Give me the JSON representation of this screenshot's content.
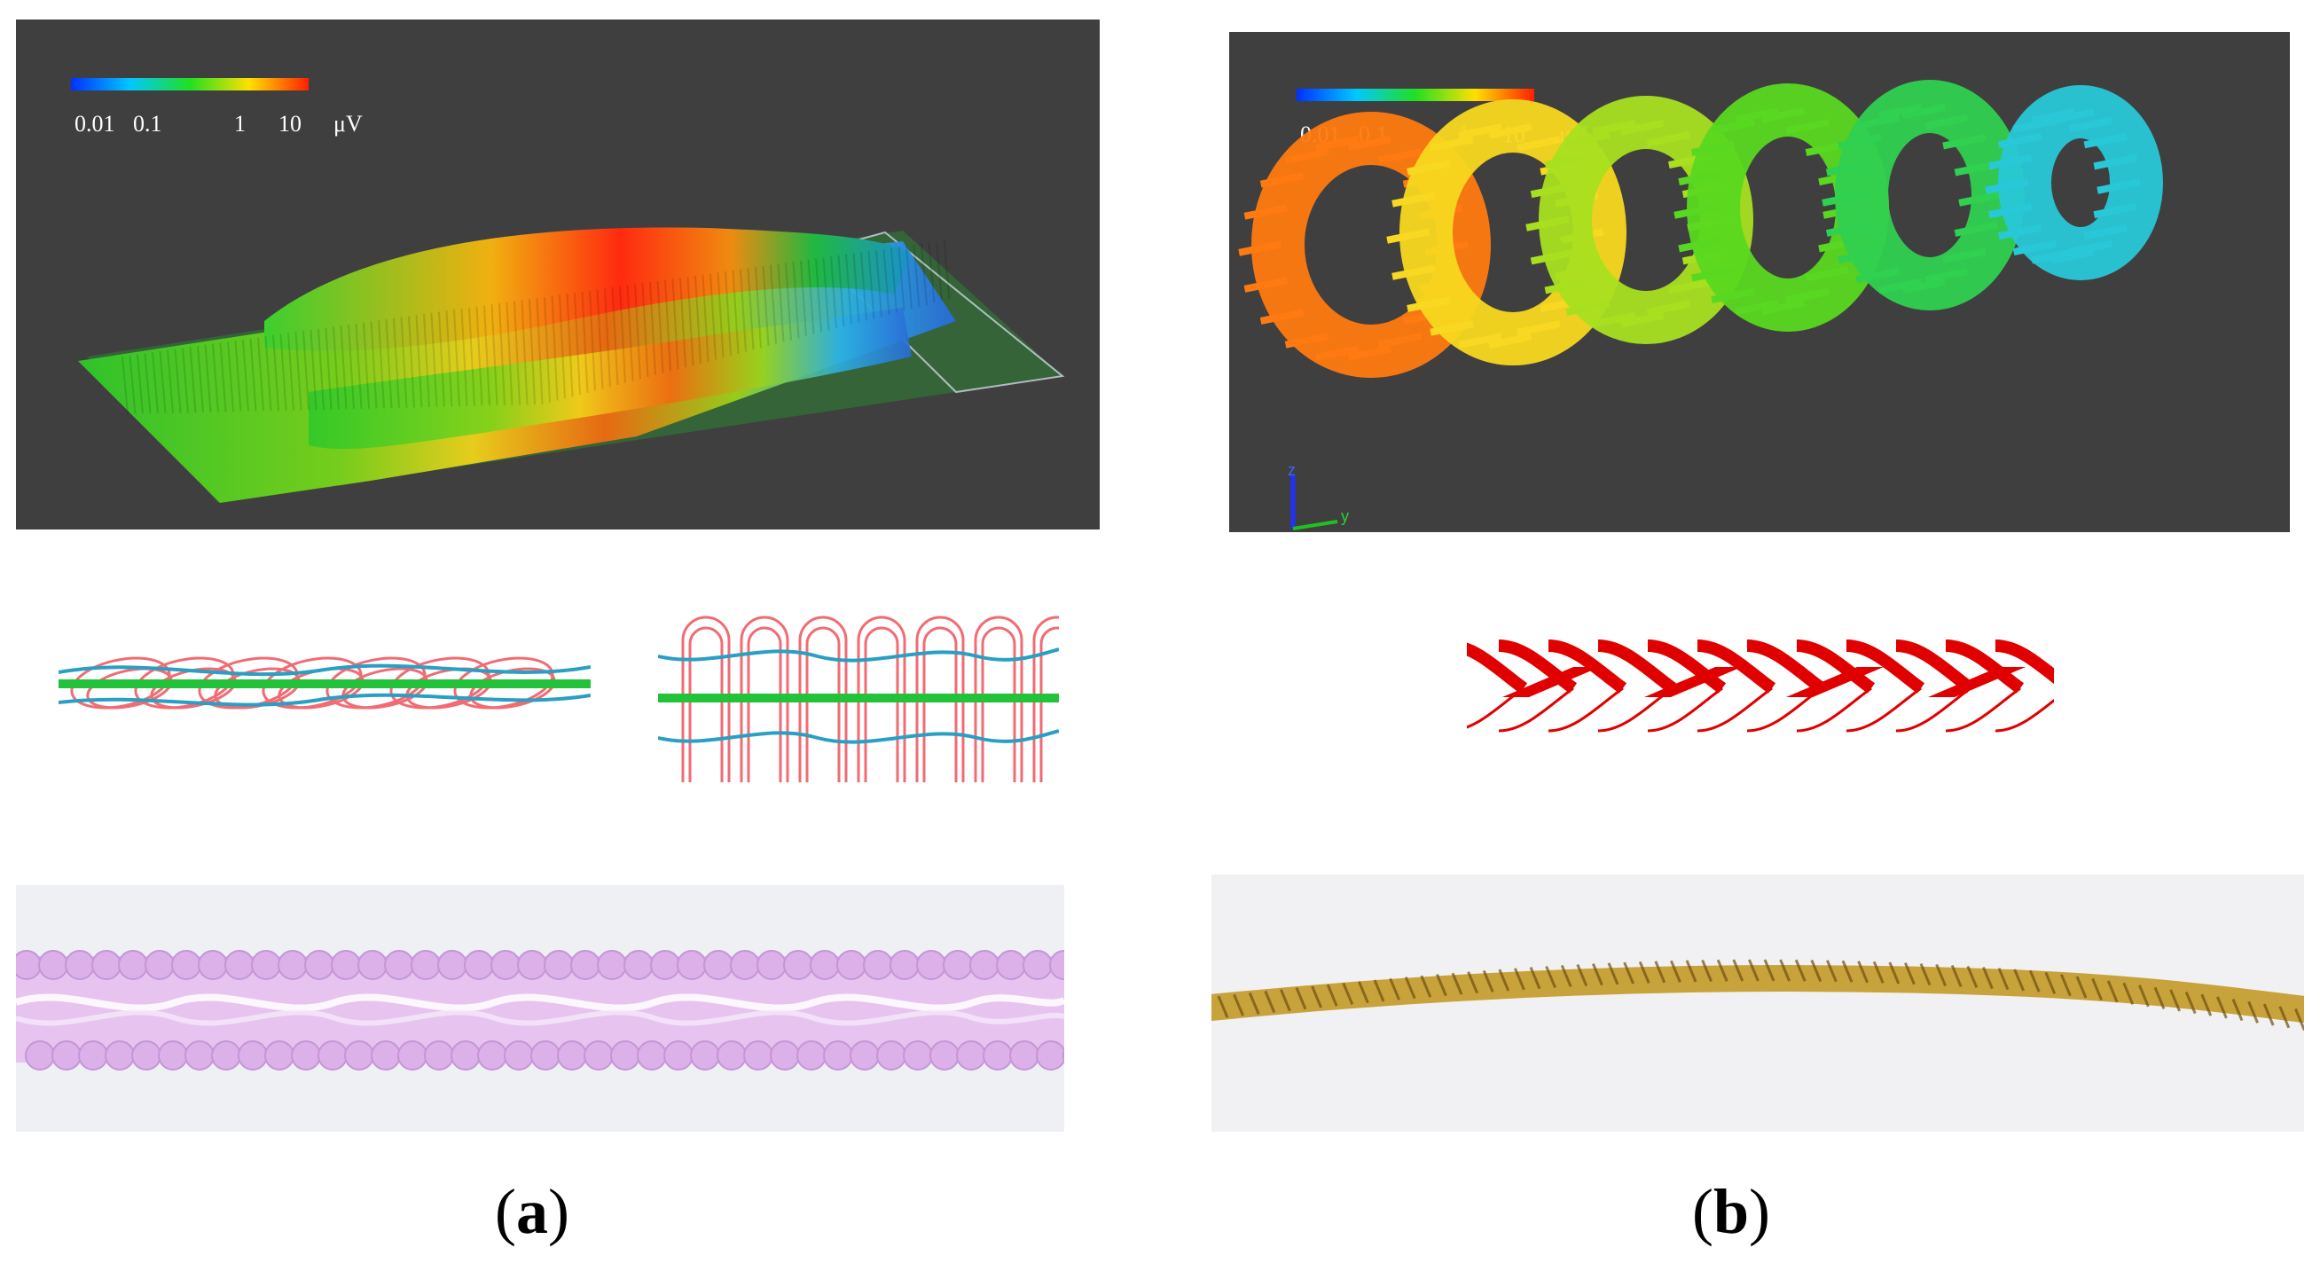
{
  "figure": {
    "panels": [
      {
        "id": "a",
        "caption_open": "(",
        "caption_letter": "a",
        "caption_close": ")",
        "simulation": {
          "colorbar_ticks": [
            "0.01",
            "0.1",
            "1",
            "10"
          ],
          "colorbar_unit": "μV"
        },
        "photo_color": "#e6c4ef"
      },
      {
        "id": "b",
        "caption_open": "(",
        "caption_letter": "b",
        "caption_close": ")",
        "simulation": {
          "colorbar_ticks": [
            "0.01",
            "0.1",
            "1",
            "10"
          ],
          "colorbar_unit": "μV",
          "axis_labels": [
            "z",
            "y"
          ]
        },
        "photo_color": "#c8a23a"
      }
    ],
    "colors": {
      "sim_background": "#3f3f3f",
      "weft_yarn": "#f26b73",
      "warp_yarn": "#2a9fc4",
      "core_yarn": "#22c23a",
      "braid_red": "#e10000"
    }
  }
}
